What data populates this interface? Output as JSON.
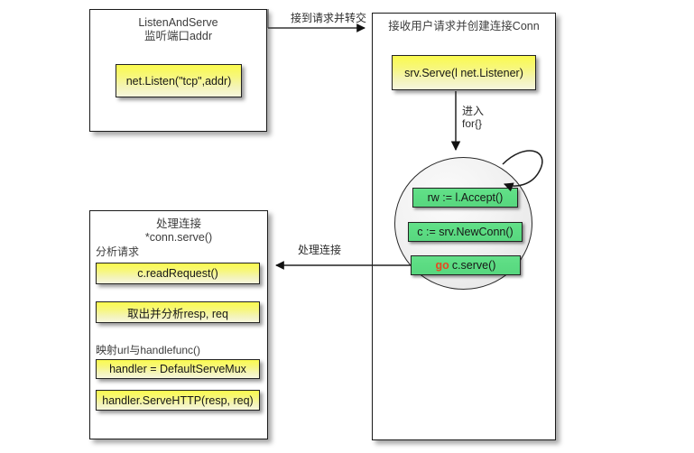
{
  "diagram": {
    "title_hidden": "",
    "panels": [
      {
        "id": "listen-and-serve",
        "title": "ListenAndServe\n监听端口addr",
        "boxes": [
          {
            "id": "net-listen",
            "label": "net.Listen(\"tcp\",addr)",
            "color": "yellow"
          }
        ]
      },
      {
        "id": "accept-conn",
        "title": "接收用户请求并创建连接Conn",
        "boxes": [
          {
            "id": "srv-serve",
            "label": "srv.Serve(l net.Listener)",
            "color": "yellow"
          },
          {
            "id": "rw-accept",
            "label": "rw := l.Accept()",
            "color": "green"
          },
          {
            "id": "new-conn",
            "label": "c := srv.NewConn()",
            "color": "green"
          },
          {
            "id": "go-serve",
            "label_keyword": "go",
            "label": "c.serve()",
            "color": "green"
          }
        ]
      },
      {
        "id": "handle-conn",
        "title": "处理连接\n*conn.serve()",
        "sections": [
          {
            "id": "parse-request",
            "label": "分析请求"
          },
          {
            "id": "map-url",
            "label": "映射url与handlefunc()"
          }
        ],
        "boxes": [
          {
            "id": "read-request",
            "label": "c.readRequest()",
            "color": "yellow"
          },
          {
            "id": "extract-resp-req",
            "label": "取出并分析resp, req",
            "color": "yellow"
          },
          {
            "id": "default-servemux",
            "label": "handler = DefaultServeMux",
            "color": "yellow"
          },
          {
            "id": "serve-http",
            "label": "handler.ServeHTTP(resp, req)",
            "color": "yellow"
          }
        ]
      }
    ],
    "edges": [
      {
        "id": "edge-forward-request",
        "label": "接到请求并转交"
      },
      {
        "id": "edge-enter-for",
        "label": "进入\nfor{}"
      },
      {
        "id": "edge-handle-conn",
        "label": "处理连接"
      }
    ],
    "colors": {
      "yellow_top": "#fbfb4e",
      "yellow_bottom": "#f6f6dd",
      "green": "#5cdc83",
      "go_keyword": "#e8481f",
      "stroke": "#232323",
      "circle_fill": "#ededed"
    }
  }
}
